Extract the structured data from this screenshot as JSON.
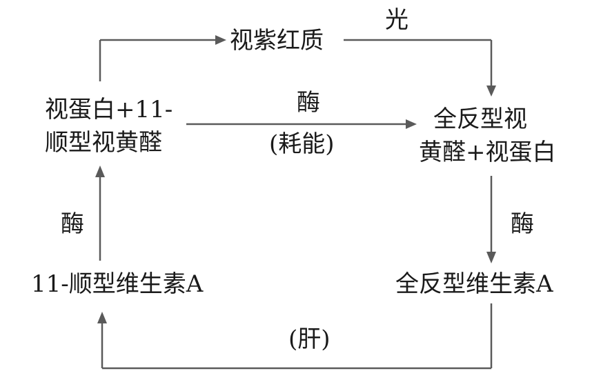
{
  "nodes": {
    "rhodopsin": "视紫红质",
    "opsin_cis": {
      "line1": "视蛋白+11-",
      "line2": "顺型视黄醛"
    },
    "trans_retinal": {
      "line1": "全反型视",
      "line2": "黄醛+视蛋白"
    },
    "cis_vitamin_a": "11-顺型维生素A",
    "trans_vitamin_a": "全反型维生素A"
  },
  "edge_labels": {
    "light": "光",
    "enzyme_middle": "酶",
    "energy": "(耗能)",
    "enzyme_left": "酶",
    "enzyme_right": "酶",
    "liver": "(肝)"
  },
  "colors": {
    "arrow": "#5a5a5a",
    "text": "#1a1a1a",
    "background": "#ffffff"
  }
}
